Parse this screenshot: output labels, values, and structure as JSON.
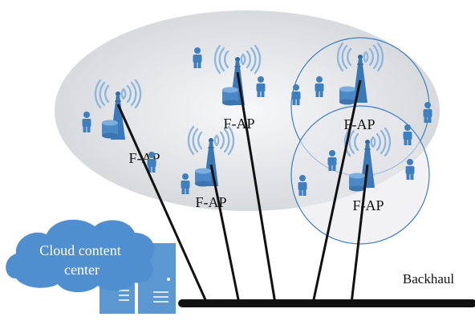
{
  "ap_label": "F-AP",
  "aps": [
    {
      "id": "ap-left-top",
      "label": "F-AP"
    },
    {
      "id": "ap-left-bottom",
      "label": "F-AP"
    },
    {
      "id": "ap-center-top",
      "label": "F-AP"
    },
    {
      "id": "ap-right-top",
      "label": "F-AP"
    },
    {
      "id": "ap-right-bottom",
      "label": "F-AP"
    }
  ],
  "cloud": {
    "line1": "Cloud content",
    "line2": "center"
  },
  "backhaul_label": "Backhaul",
  "colors": {
    "region_fill": "#e6e8ea",
    "cloud_fill": "#4f8fcf",
    "server_fill": "#5b97d1",
    "person_fill": "#3d7fc0",
    "tower_fill": "#3b78b8",
    "wave": "#8fb6de",
    "cell_circle": "#3d7fc0",
    "link": "#111111"
  }
}
